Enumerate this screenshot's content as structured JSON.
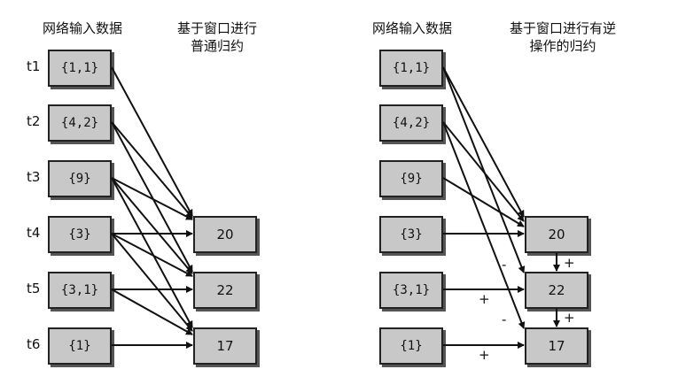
{
  "left": {
    "header_input": "网络输入数据",
    "header_result_line1": "基于窗口进行",
    "header_result_line2": "普通归约"
  },
  "right": {
    "header_input": "网络输入数据",
    "header_result_line1": "基于窗口进行有逆",
    "header_result_line2": "操作的归约"
  },
  "time_labels": [
    "t1",
    "t2",
    "t3",
    "t4",
    "t5",
    "t6"
  ],
  "inputs": [
    "{1,1}",
    "{4,2}",
    "{9}",
    "{3}",
    "{3,1}",
    "{1}"
  ],
  "outputs": [
    "20",
    "22",
    "17"
  ],
  "signs": {
    "plus": "+",
    "minus": "-"
  },
  "colors": {
    "box_fill": "#c8c8c8",
    "border": "#222222",
    "shadow": "#555555"
  }
}
